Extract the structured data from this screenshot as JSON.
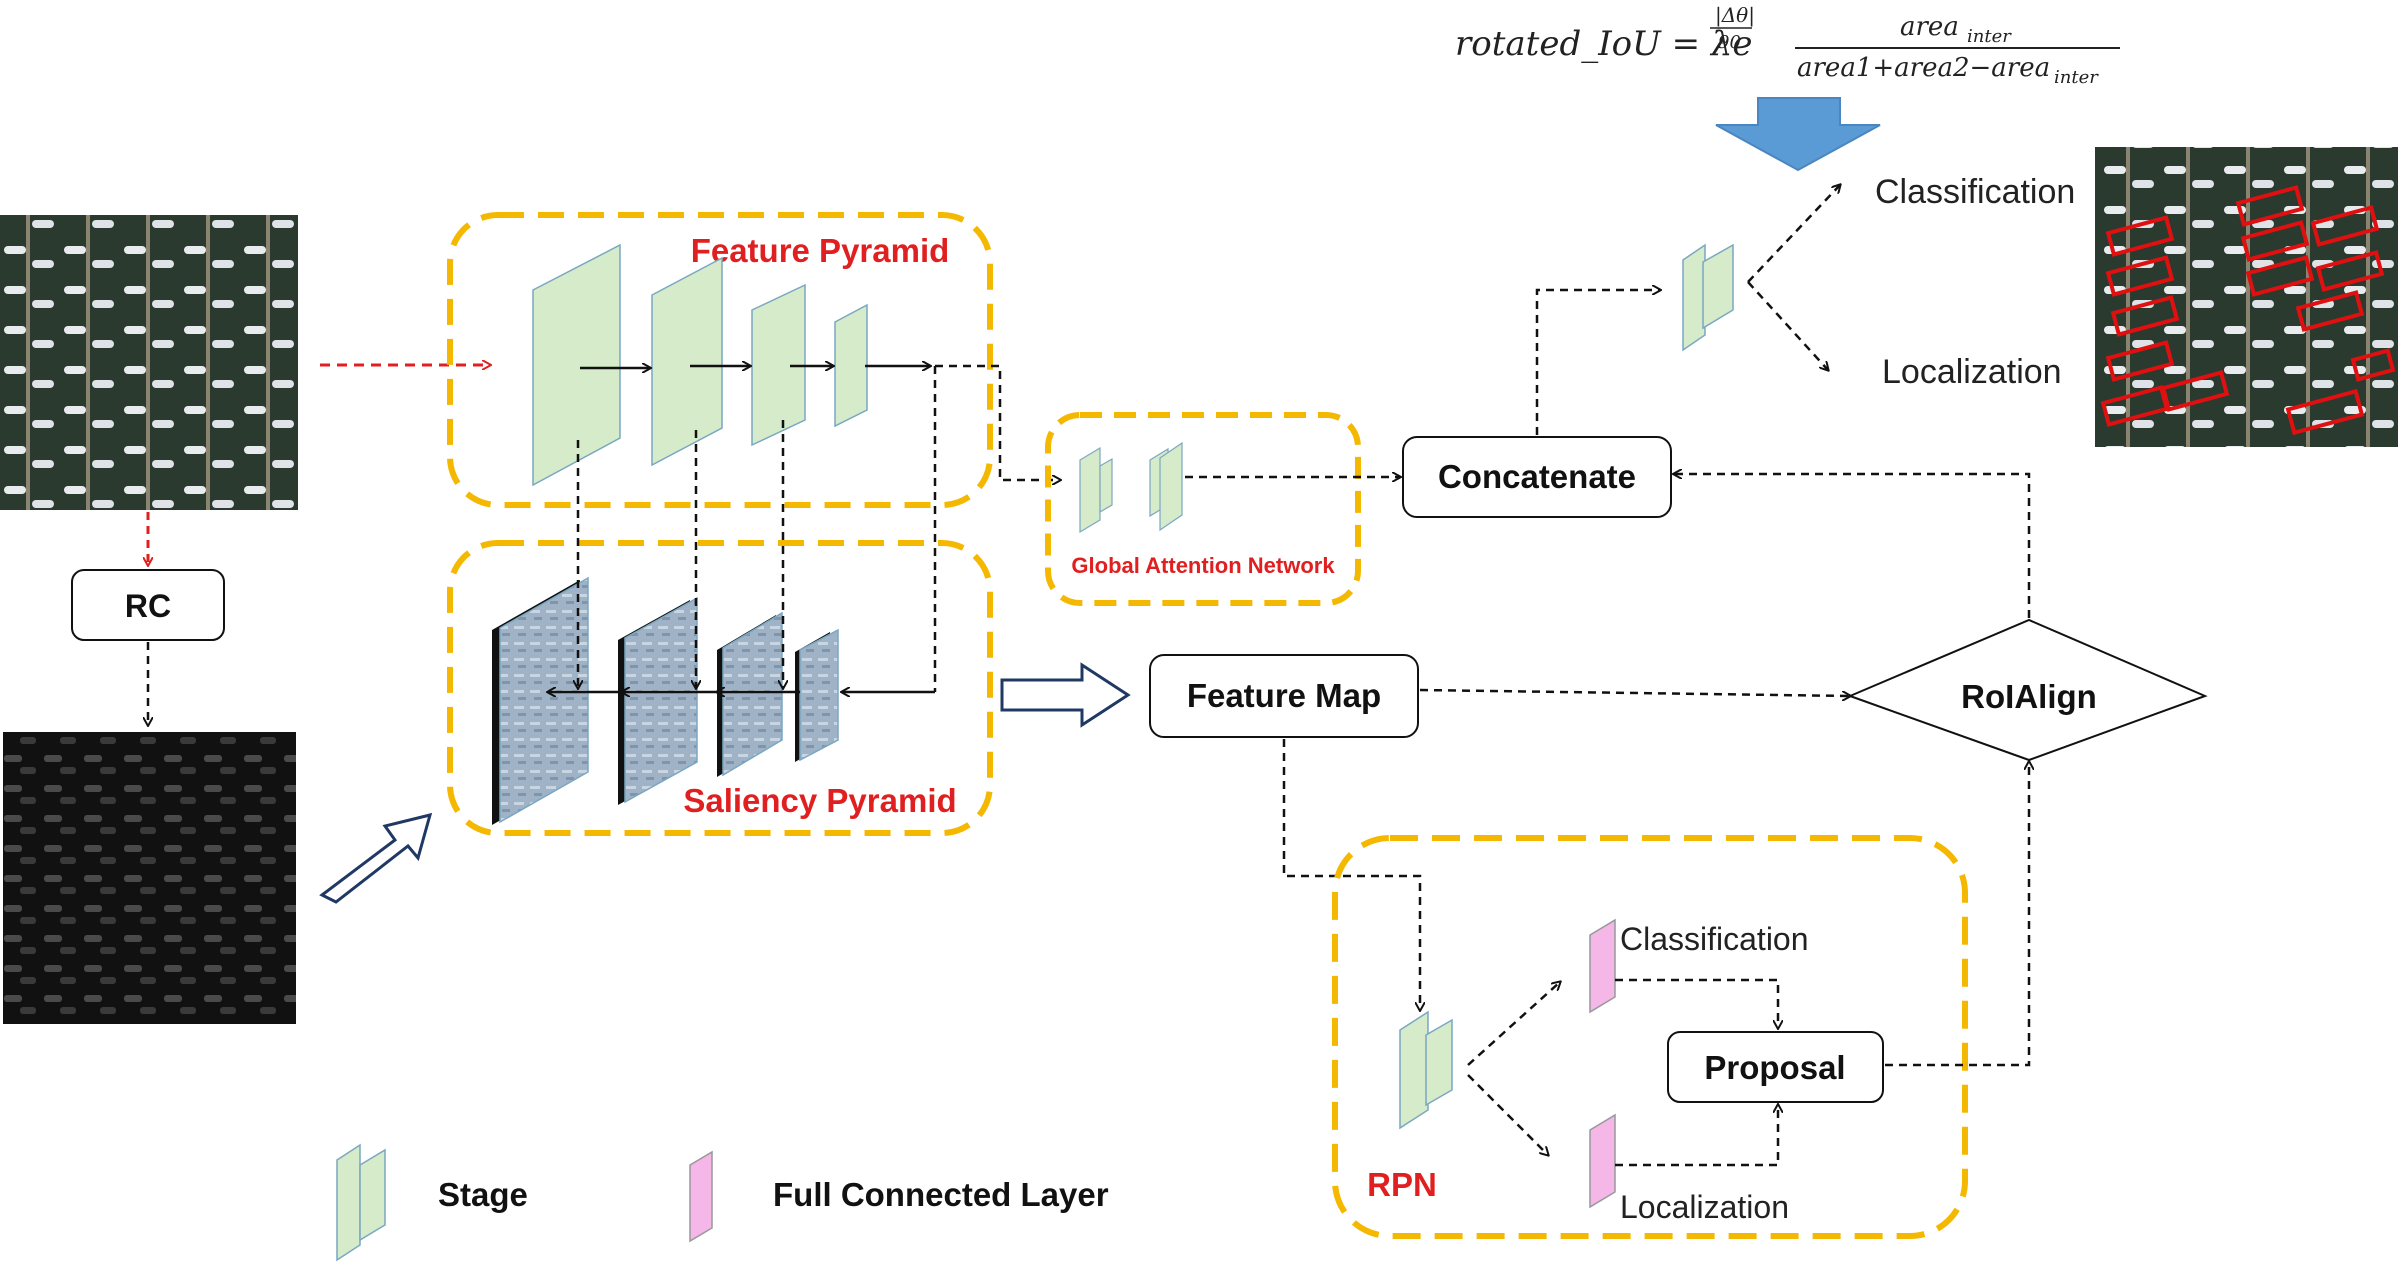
{
  "formula": {
    "lhs": "rotated_IoU = λe",
    "exponent_num": "|Δθ|",
    "exponent_den": "90",
    "frac_num_base": "area",
    "frac_num_sub": "inter",
    "frac_den_base": "area1+area2−area",
    "frac_den_sub": "inter"
  },
  "groups": {
    "feature_pyramid": "Feature Pyramid",
    "saliency_pyramid": "Saliency Pyramid",
    "global_attention": "Global Attention Network",
    "rpn": "RPN"
  },
  "nodes": {
    "rc": "RC",
    "concatenate": "Concatenate",
    "feature_map": "Feature Map",
    "roialign": "RoIAlign",
    "proposal": "Proposal"
  },
  "outputs": {
    "classification": "Classification",
    "localization": "Localization"
  },
  "rpn_outputs": {
    "classification": "Classification",
    "localization": "Localization"
  },
  "legend": {
    "stage": "Stage",
    "fc": "Full Connected Layer"
  },
  "colors": {
    "group_border": "#f5b800",
    "stage_fill": "#d5ebc9",
    "stage_stroke": "#7aa7c2",
    "fc_fill": "#f5b6e8",
    "red_label": "#e02020",
    "formula_arrow": "#5b9bd5",
    "saliency_fill": "#8ea4ba"
  }
}
